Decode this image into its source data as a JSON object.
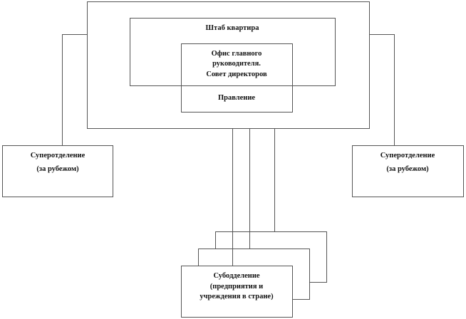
{
  "diagram": {
    "hq_outer_label": "",
    "quarters_label": "Штаб квартира",
    "office": {
      "line1": "Офис главного",
      "line2": "руководителя.",
      "line3": "Совет директоров"
    },
    "board_label": "Правление",
    "left_division": {
      "line1": "Суперотделение",
      "line2": "(за рубежом)"
    },
    "right_division": {
      "line1": "Суперотделение",
      "line2": "(за рубежом)"
    },
    "subdivision": {
      "line1": "Субодделение",
      "line2": "(предприятия и",
      "line3": "учреждения в стране)"
    },
    "colors": {
      "stroke": "#555555",
      "background": "#ffffff",
      "text": "#111111"
    }
  }
}
